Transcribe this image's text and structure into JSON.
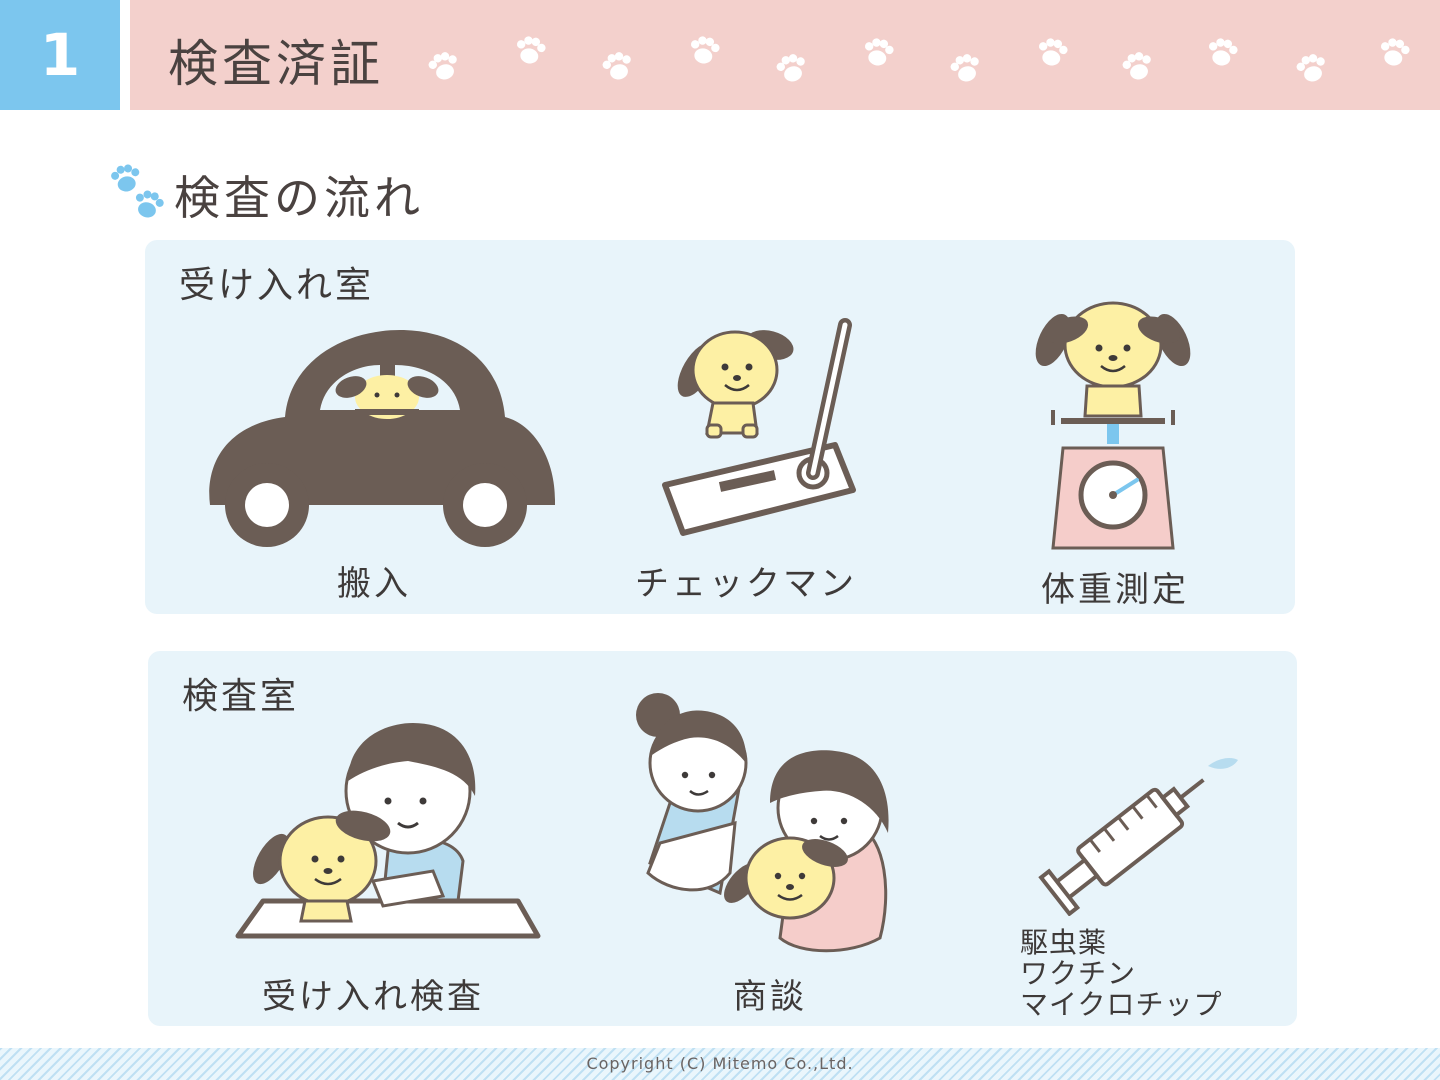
{
  "header": {
    "number": "1",
    "title": "検査済証"
  },
  "section": {
    "title": "検査の流れ"
  },
  "rooms": [
    {
      "label": "受け入れ室",
      "steps": [
        {
          "label": "搬入",
          "icon": "car-with-dog-icon"
        },
        {
          "label": "チェックマン",
          "icon": "dog-with-test-kit-icon"
        },
        {
          "label": "体重測定",
          "icon": "dog-on-scale-icon"
        }
      ]
    },
    {
      "label": "検査室",
      "steps": [
        {
          "label": "受け入れ検査",
          "icon": "boy-examining-dog-icon"
        },
        {
          "label": "商談",
          "icon": "staff-and-customer-icon"
        },
        {
          "lines": [
            "駆虫薬",
            "ワクチン",
            "マイクロチップ"
          ],
          "icon": "syringe-icon"
        }
      ]
    }
  ],
  "footer": {
    "copyright": "Copyright (C) Mitemo Co.,Ltd."
  },
  "colors": {
    "accent_blue": "#7cc6ee",
    "header_pink": "#f3d0cc",
    "panel_bg": "#e8f4fa",
    "dog_yellow": "#fdf0a4",
    "dark_brown": "#6b5d55"
  }
}
